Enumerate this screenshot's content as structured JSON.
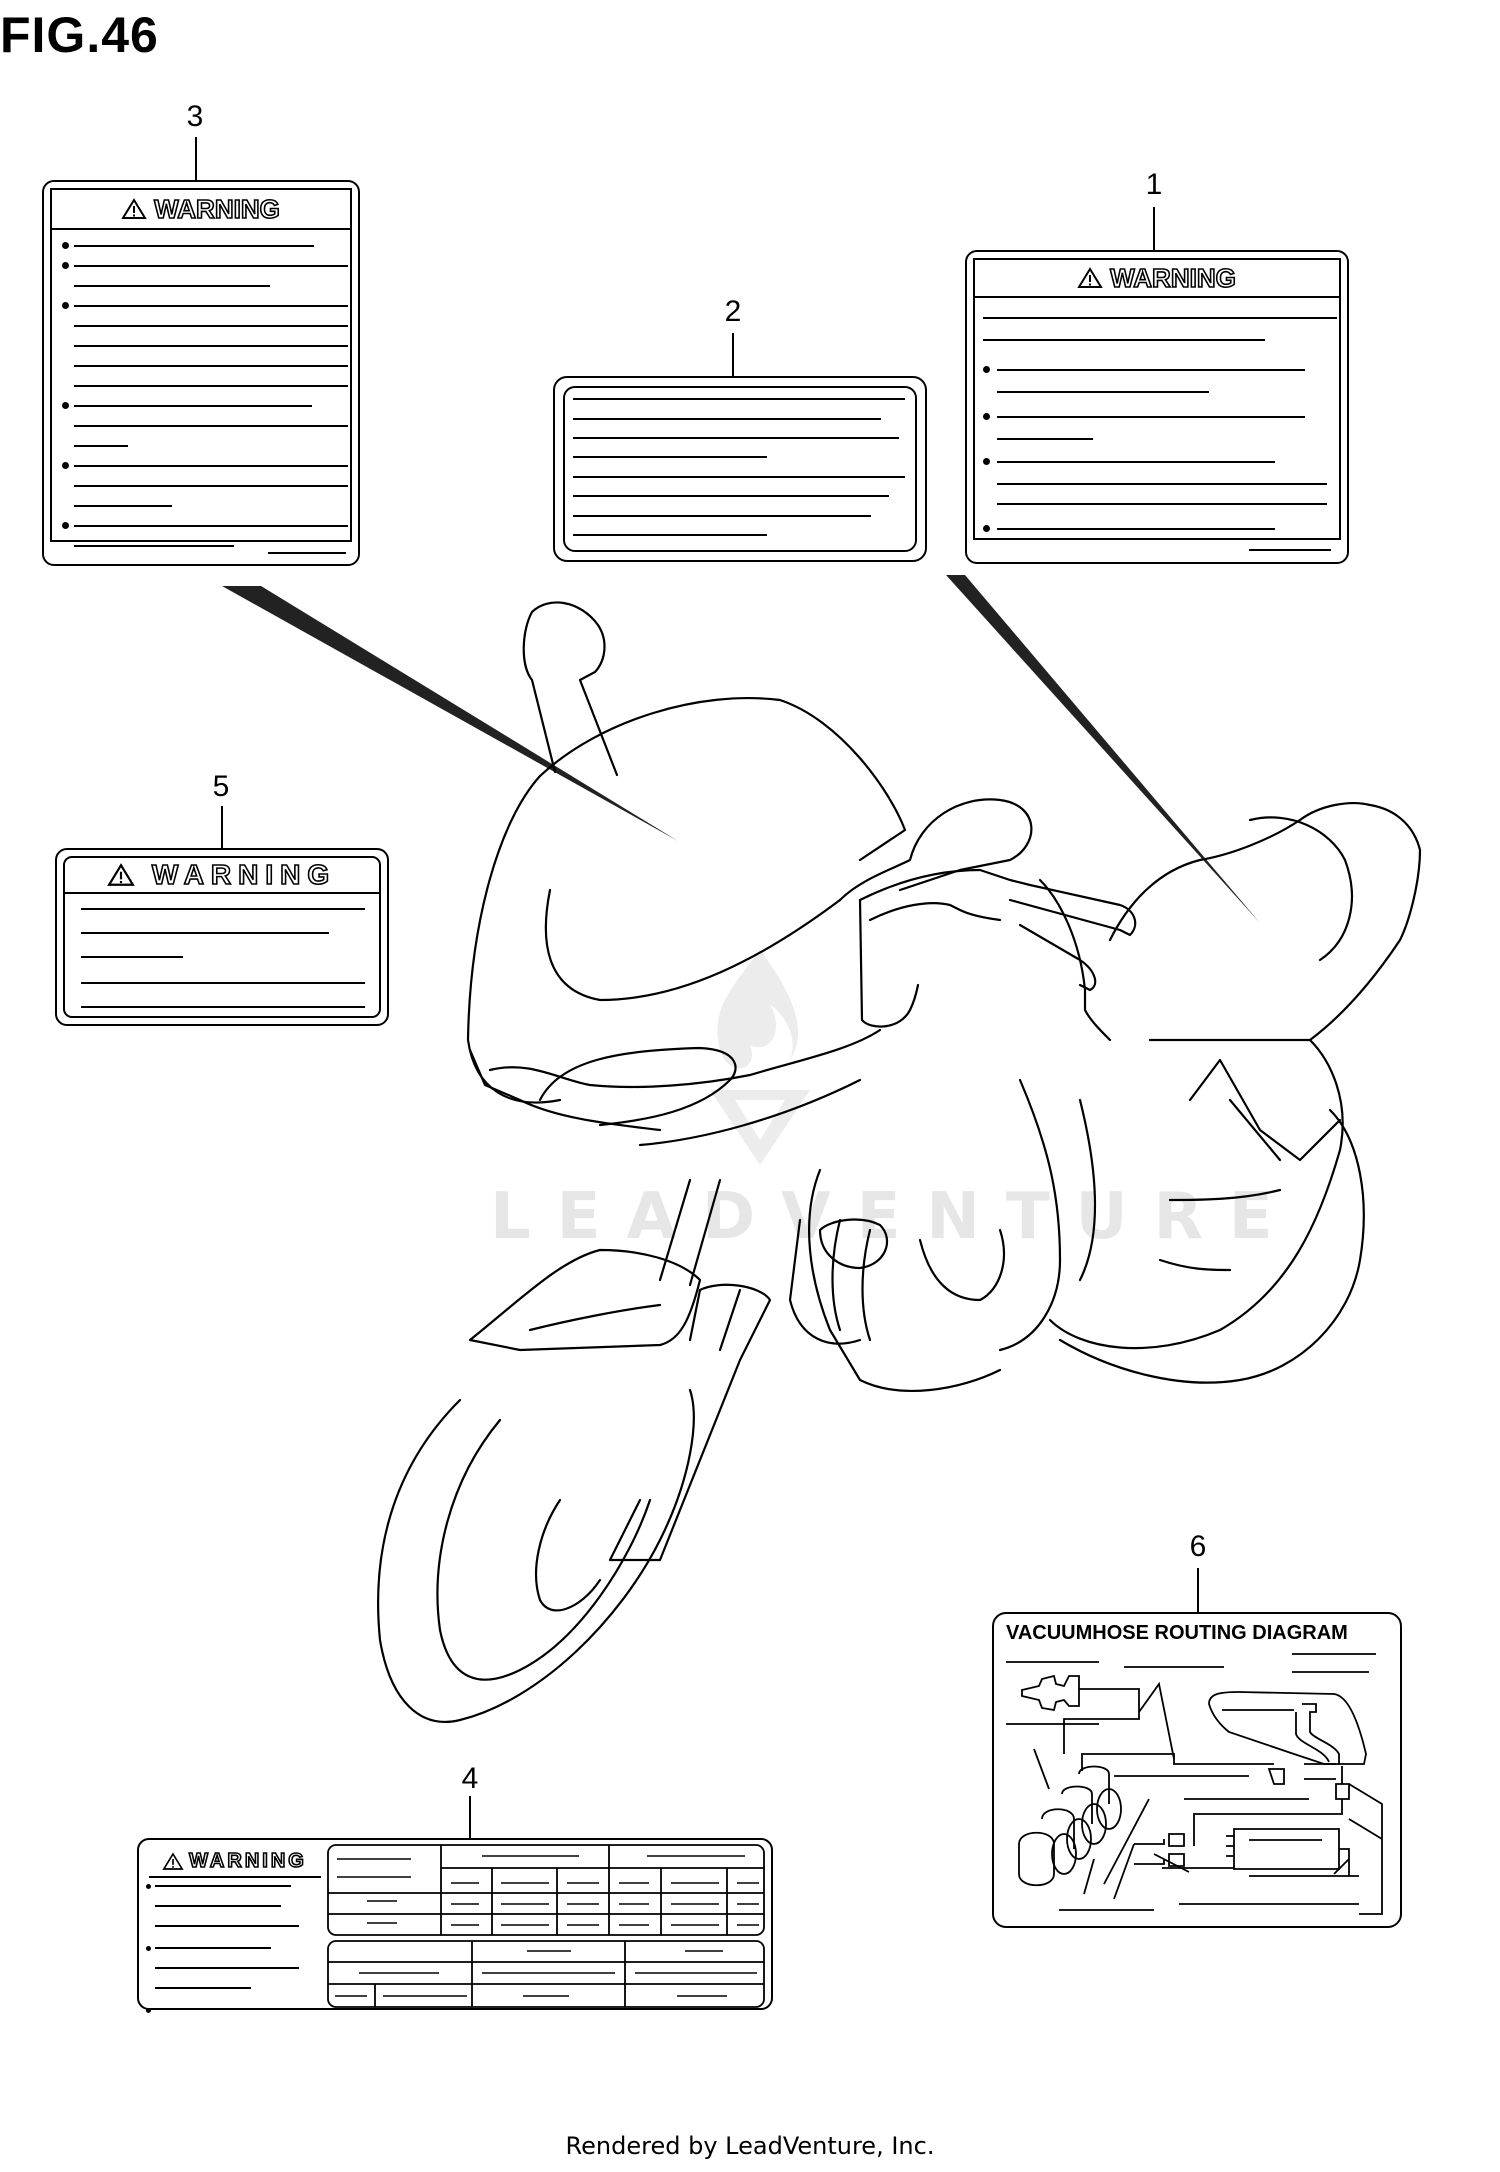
{
  "figure": {
    "title": "FIG.46",
    "footer": "Rendered by LeadVenture, Inc.",
    "watermark": "LEADVENTURE"
  },
  "callouts": [
    {
      "number": "1",
      "part": "warning-label-seat"
    },
    {
      "number": "2",
      "part": "information-label-fuel-tank"
    },
    {
      "number": "3",
      "part": "warning-label-fairing"
    },
    {
      "number": "4",
      "part": "warning-label-tire-info"
    },
    {
      "number": "5",
      "part": "warning-label"
    },
    {
      "number": "6",
      "part": "vacuum-hose-routing-label"
    }
  ],
  "labels": {
    "label_1": {
      "number": "1",
      "header": "WARNING",
      "icon": "warning-triangle-icon"
    },
    "label_2": {
      "number": "2"
    },
    "label_3": {
      "number": "3",
      "header": "WARNING",
      "icon": "warning-triangle-icon"
    },
    "label_4": {
      "number": "4",
      "header": "WARNING",
      "icon": "warning-triangle-icon"
    },
    "label_5": {
      "number": "5",
      "header": "WARNING",
      "icon": "warning-triangle-icon"
    },
    "label_6": {
      "number": "6",
      "header": "VACUUMHOSE ROUTING DIAGRAM"
    }
  },
  "colors": {
    "ink": "#000000",
    "background": "#ffffff",
    "watermark": "#e6e6e6"
  }
}
